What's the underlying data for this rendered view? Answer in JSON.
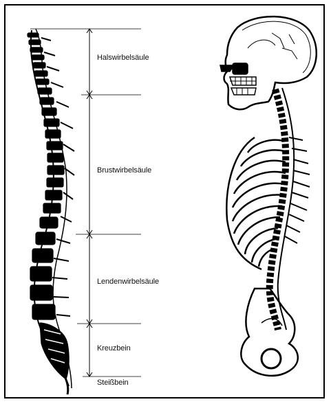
{
  "regions": [
    {
      "id": "cervical",
      "label": "Halswirbelsäule"
    },
    {
      "id": "thoracic",
      "label": "Brustwirbelsäule"
    },
    {
      "id": "lumbar",
      "label": "Lendenwirbelsäule"
    },
    {
      "id": "sacrum",
      "label": "Kreuzbein"
    },
    {
      "id": "coccyx",
      "label": "Steißbein"
    }
  ],
  "colors": {
    "line": "#000000",
    "background": "#ffffff"
  }
}
